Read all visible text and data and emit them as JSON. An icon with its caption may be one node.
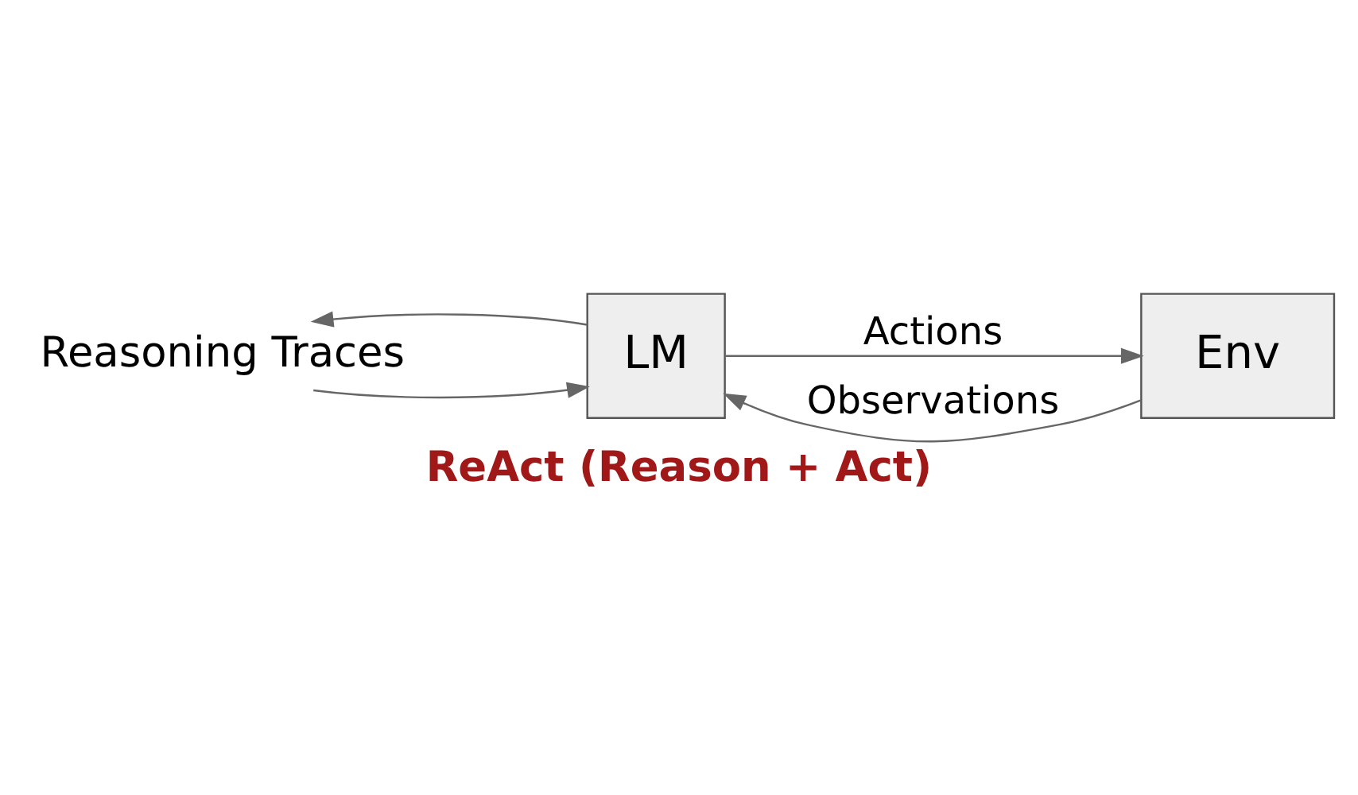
{
  "diagram": {
    "caption": "ReAct (Reason + Act)",
    "nodes": [
      {
        "text": [
          "Reasoning Traces"
        ]
      },
      {
        "text": [
          "LM"
        ]
      },
      {
        "text": [
          "Env"
        ]
      }
    ],
    "edges": [
      {
        "from": 0,
        "to": 1,
        "arrow": "to"
      },
      {
        "from": 1,
        "to": 0,
        "arrow": "to"
      },
      {
        "from": 1,
        "to": 2,
        "arrow": "to",
        "label": "Actions"
      },
      {
        "from": 2,
        "to": 1,
        "arrow": "to",
        "label": "Observations"
      }
    ]
  }
}
